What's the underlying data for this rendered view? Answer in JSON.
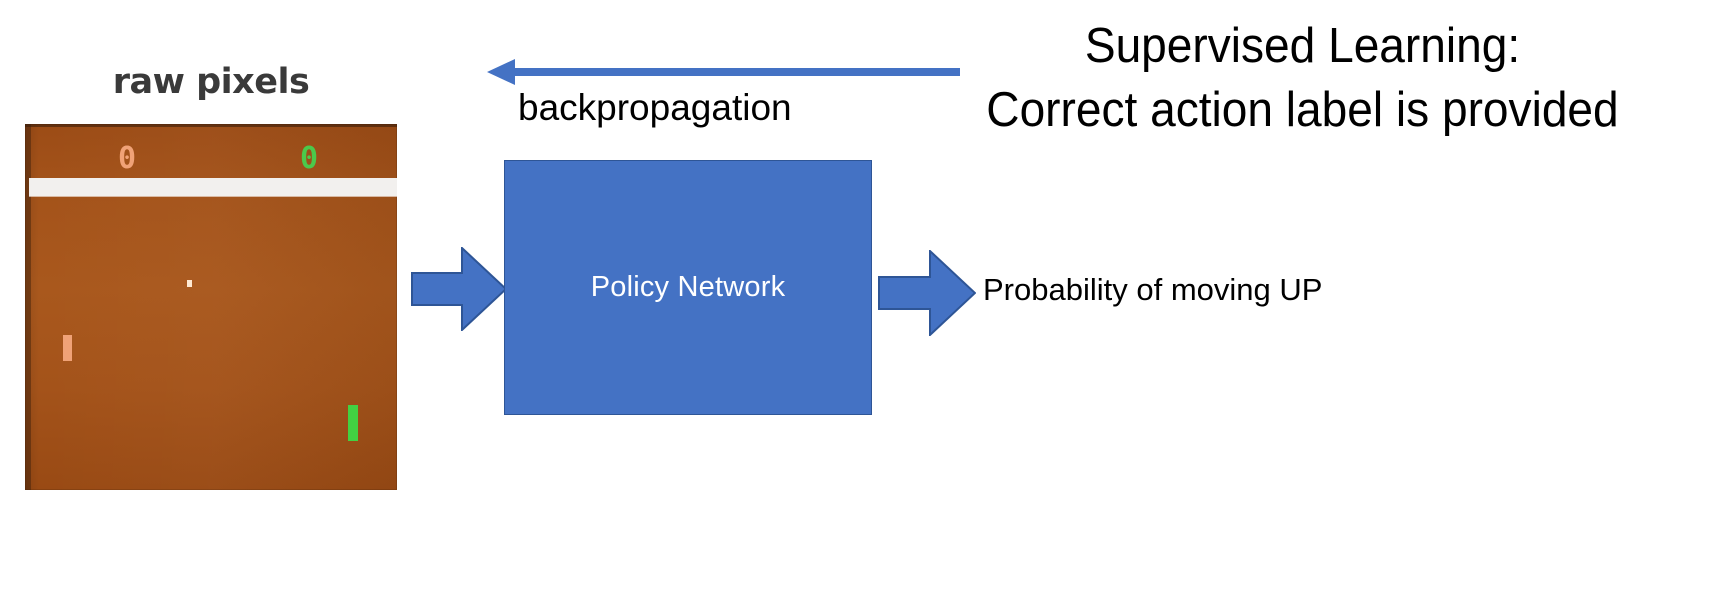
{
  "diagram": {
    "title_block": {
      "line1": "Supervised Learning:",
      "line2": "Correct action label is provided"
    },
    "input": {
      "caption": "raw pixels",
      "game": {
        "name": "pong-frame",
        "score_left": "0",
        "score_right": "0",
        "background_color": "#a4531a",
        "score_left_color": "#f0a277",
        "score_right_color": "#4bc94b",
        "divider_color": "#f2f0ee",
        "paddle_left_color": "#f0a277",
        "paddle_right_color": "#42d142",
        "ball_color": "#ffe9d2"
      }
    },
    "feedback": {
      "label": "backpropagation",
      "arrow_direction": "left",
      "arrow_color": "#4472C4"
    },
    "model": {
      "label": "Policy Network",
      "fill_color": "#4472C4",
      "border_color": "#2e5596",
      "text_color": "#ffffff"
    },
    "arrows": {
      "input_arrow_direction": "right",
      "output_arrow_direction": "right",
      "fill_color": "#4472C4",
      "stroke_color": "#2e5596"
    },
    "output": {
      "label": "Probability of moving UP"
    }
  }
}
